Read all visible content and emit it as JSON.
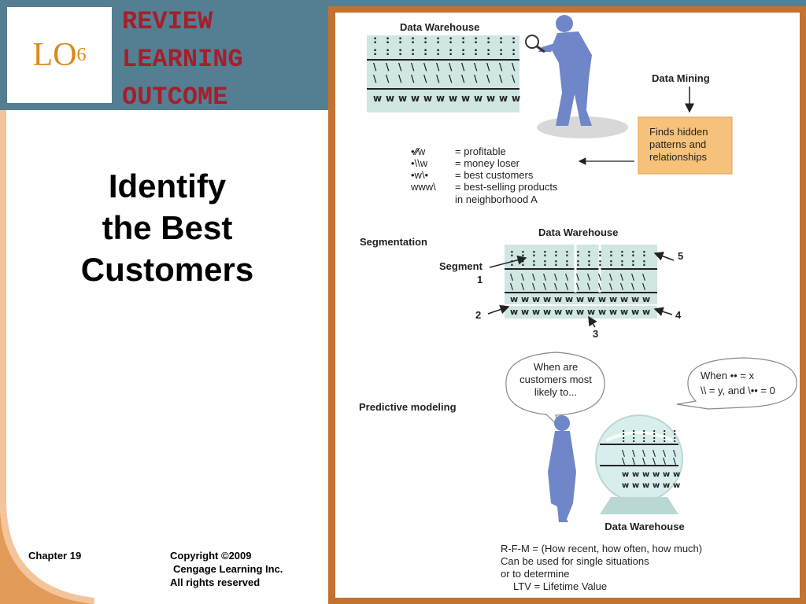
{
  "header": {
    "lo_label": "LO",
    "lo_number": "6",
    "review_lines": [
      "REVIEW",
      "LEARNING",
      "OUTCOME"
    ]
  },
  "slide": {
    "title_lines": [
      "Identify",
      "the Best",
      "Customers"
    ]
  },
  "footer": {
    "chapter": "Chapter 19",
    "copyright_lines": [
      "Copyright ©2009",
      "Cengage Learning Inc.",
      "All rights reserved"
    ]
  },
  "diagram": {
    "data_warehouse": "Data Warehouse",
    "data_mining": "Data Mining",
    "finds_lines": [
      "Finds hidden",
      "patterns and",
      "relationships"
    ],
    "legend": [
      "= profitable",
      "= money loser",
      "= best customers",
      "= best-selling products",
      "in neighborhood A"
    ],
    "segmentation": "Segmentation",
    "segment_label": "Segment",
    "segment_numbers": [
      "1",
      "2",
      "3",
      "4",
      "5"
    ],
    "predictive_modeling": "Predictive modeling",
    "bubble1_lines": [
      "When are",
      "customers most",
      "likely to..."
    ],
    "bubble2_lines": [
      "When •• = x",
      "\\\\ = y, and \\•• = 0"
    ],
    "rfm_lines": [
      "R-F-M = (How recent, how often, how much)",
      "Can be used for single situations",
      "or to determine",
      "LTV = Lifetime Value"
    ]
  }
}
